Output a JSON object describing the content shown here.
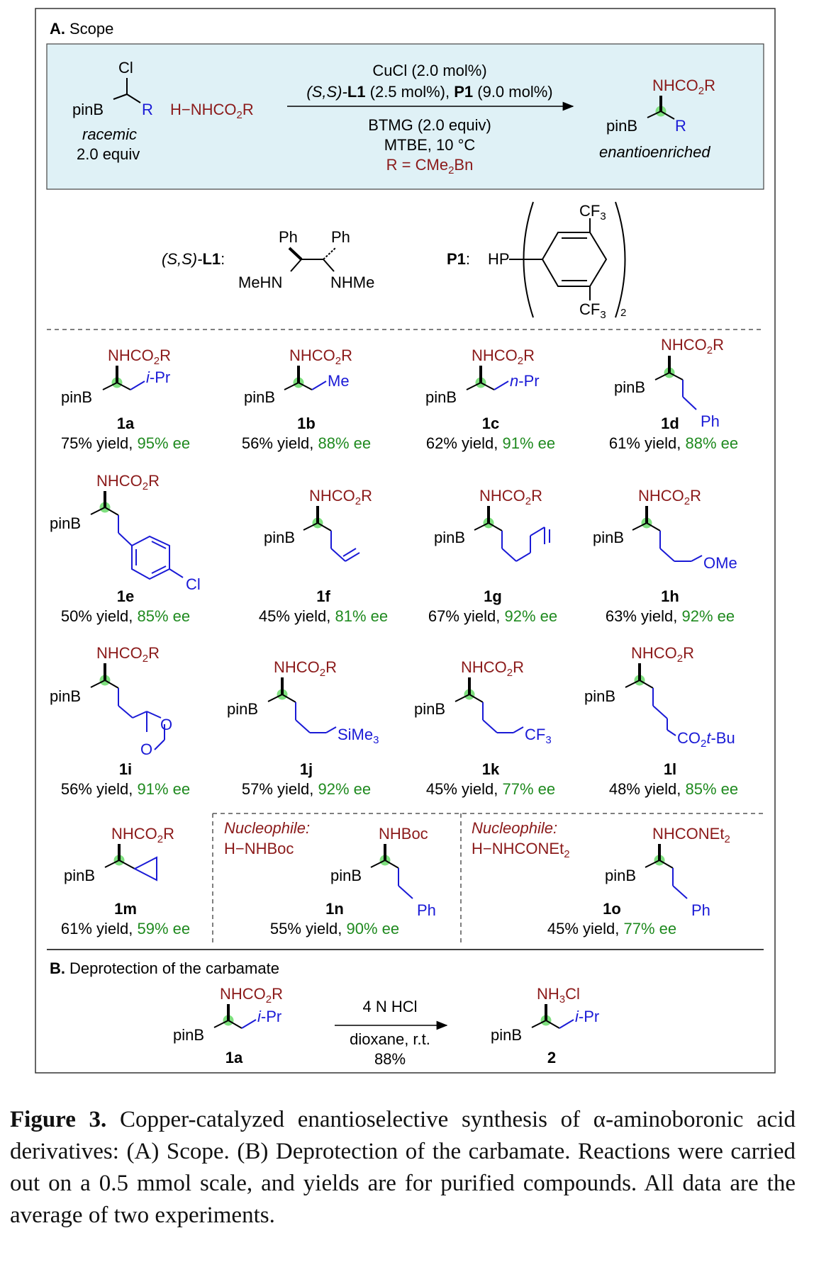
{
  "section_a": {
    "letter": "A.",
    "title": "Scope",
    "scheme": {
      "electrophile_atom": "Cl",
      "electrophile_boryl": "pinB",
      "electrophile_r": "R",
      "electrophile_note": "racemic",
      "electrophile_equiv": "2.0 equiv",
      "nucleophile_h": "H−NHCO",
      "nucleophile_sub": "2",
      "nucleophile_r": "R",
      "cond1": "CuCl (2.0 mol%)",
      "cond2_a": "(S,S)-",
      "cond2_b": "L1",
      "cond2_c": " (2.5 mol%), ",
      "cond2_d": "P1",
      "cond2_e": " (9.0 mol%)",
      "cond3": "BTMG (2.0 equiv)",
      "cond4": "MTBE, 10 °C",
      "cond5_a": "R = CMe",
      "cond5_sub": "2",
      "cond5_b": "Bn",
      "product_top": "NHCO",
      "product_sub": "2",
      "product_r_top": "R",
      "product_boryl": "pinB",
      "product_r": "R",
      "product_note": "enantioenriched"
    },
    "ligand": {
      "label_pre": "(S,S)-",
      "label_bold": "L1",
      "label_post": ":",
      "ph_left": "Ph",
      "ph_right": "Ph",
      "nh_left": "MeHN",
      "nh_right": "NHMe"
    },
    "phosphine": {
      "label_bold": "P1",
      "label_post": ":",
      "hp": "HP",
      "cf3_top": "CF",
      "cf3_bottom": "CF",
      "three": "3",
      "two": "2"
    }
  },
  "compounds": [
    {
      "id": "1a",
      "yield": "75% yield, ",
      "ee": "95% ee",
      "side": "i-Pr"
    },
    {
      "id": "1b",
      "yield": "56% yield, ",
      "ee": "88% ee",
      "side": "Me"
    },
    {
      "id": "1c",
      "yield": "62% yield, ",
      "ee": "91% ee",
      "side": "n-Pr"
    },
    {
      "id": "1d",
      "yield": "61% yield, ",
      "ee": "88% ee",
      "side": "Ph"
    },
    {
      "id": "1e",
      "yield": "50% yield, ",
      "ee": "85% ee",
      "side": "Cl"
    },
    {
      "id": "1f",
      "yield": "45% yield, ",
      "ee": "81% ee",
      "side": ""
    },
    {
      "id": "1g",
      "yield": "67% yield, ",
      "ee": "92% ee",
      "side": ""
    },
    {
      "id": "1h",
      "yield": "63% yield, ",
      "ee": "92% ee",
      "side": "OMe"
    },
    {
      "id": "1i",
      "yield": "56% yield, ",
      "ee": "91% ee",
      "side": "O"
    },
    {
      "id": "1j",
      "yield": "57% yield, ",
      "ee": "92% ee",
      "side": "SiMe3"
    },
    {
      "id": "1k",
      "yield": "45% yield, ",
      "ee": "77% ee",
      "side": "CF3"
    },
    {
      "id": "1l",
      "yield": "48% yield, ",
      "ee": "85% ee",
      "side": "CO2t-Bu"
    },
    {
      "id": "1m",
      "yield": "61% yield, ",
      "ee": "59% ee",
      "side": ""
    },
    {
      "id": "1n",
      "yield": "55% yield, ",
      "ee": "90% ee",
      "side": "Ph"
    },
    {
      "id": "1o",
      "yield": "45% yield, ",
      "ee": "77% ee",
      "side": "Ph"
    }
  ],
  "labels": {
    "nhco2r": "NHCO",
    "sub2": "2",
    "r": "R",
    "pinb": "pinB",
    "ipr_i": "i",
    "ipr": "-Pr",
    "npr_n": "n",
    "npr": "-Pr",
    "me": "Me",
    "ph": "Ph",
    "cl": "Cl",
    "ome": "OMe",
    "o": "O",
    "sime": "SiMe",
    "sub3": "3",
    "cf": "CF",
    "co": "CO",
    "tbu_a": "t",
    "tbu": "-Bu",
    "nhboc": "NHBoc",
    "nhconet": "NHCONEt",
    "nucleophile": "Nucleophile:",
    "nuc1": "H−NHBoc",
    "nuc2": "H−NHCONEt"
  },
  "section_b": {
    "letter": "B.",
    "title": "Deprotection of the carbamate",
    "reagent": "4 N HCl",
    "solvent": "dioxane, r.t.",
    "yield": "88%",
    "start_id": "1a",
    "product_id": "2",
    "nh3cl_a": "NH",
    "nh3cl_sub": "3",
    "nh3cl_b": "Cl"
  },
  "caption": {
    "label": "Figure 3.",
    "text": " Copper-catalyzed enantioselective synthesis of α-aminoboronic acid derivatives: (A) Scope. (B) Deprotection of the carbamate. Reactions were carried out on a 0.5 mmol scale, and yields are for purified compounds. All data are the average of two experiments."
  },
  "colors": {
    "dark_red": "#8b1a1a",
    "blue": "#1a1ad6",
    "green": "#1f8a1f",
    "stereo_green": "#7fe07f",
    "box_fill": "#dff1f6"
  }
}
